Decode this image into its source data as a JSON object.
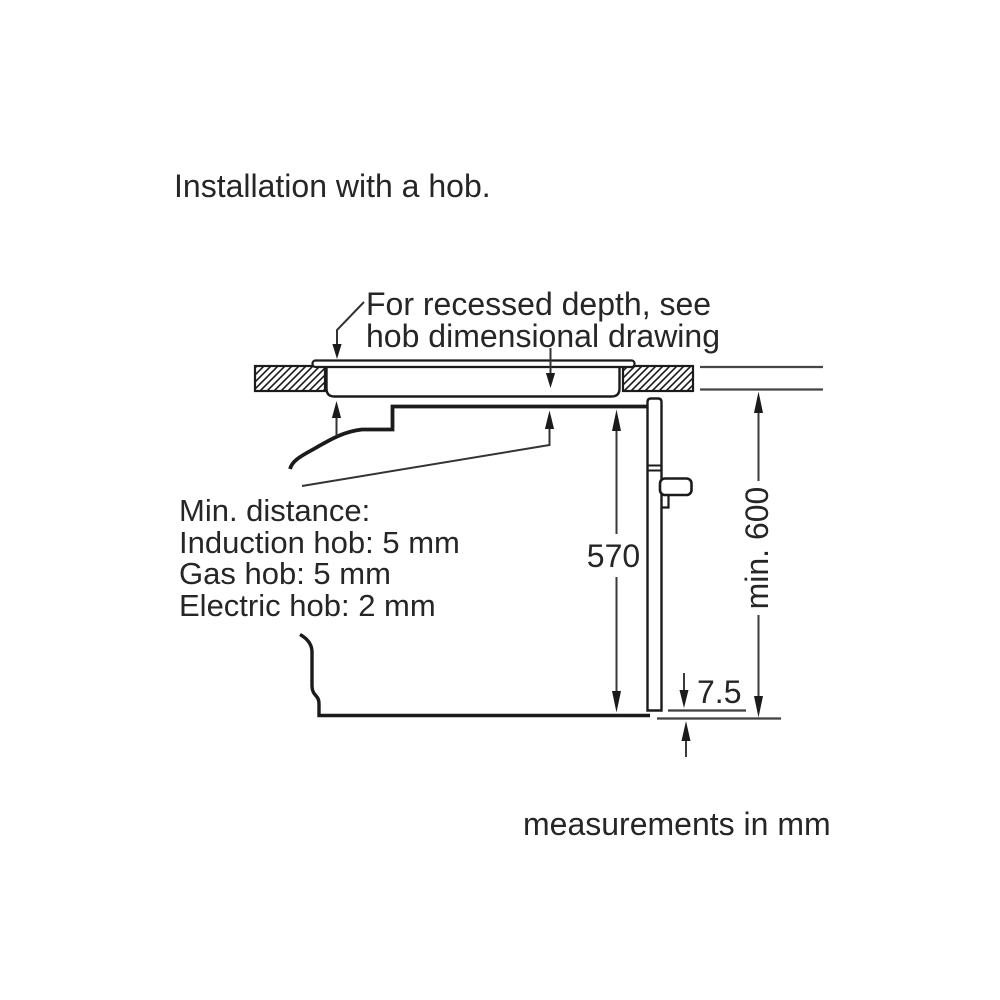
{
  "title": "Installation with a hob.",
  "footer": "measurements in mm",
  "annotations": {
    "recessed_depth": {
      "line1": "For recessed depth, see",
      "line2": "hob dimensional drawing"
    },
    "min_distance": {
      "lines": [
        "Min. distance:",
        "Induction hob: 5 mm",
        "Gas hob: 5 mm",
        "Electric hob: 2 mm"
      ]
    }
  },
  "dimensions": {
    "oven_height": "570",
    "niche_height": "min. 600",
    "bottom_gap": "7.5"
  },
  "units": "mm",
  "colors": {
    "drawing_line": "#1b1b1b",
    "dimension_line": "#3a3a3a",
    "background": "#ffffff"
  }
}
